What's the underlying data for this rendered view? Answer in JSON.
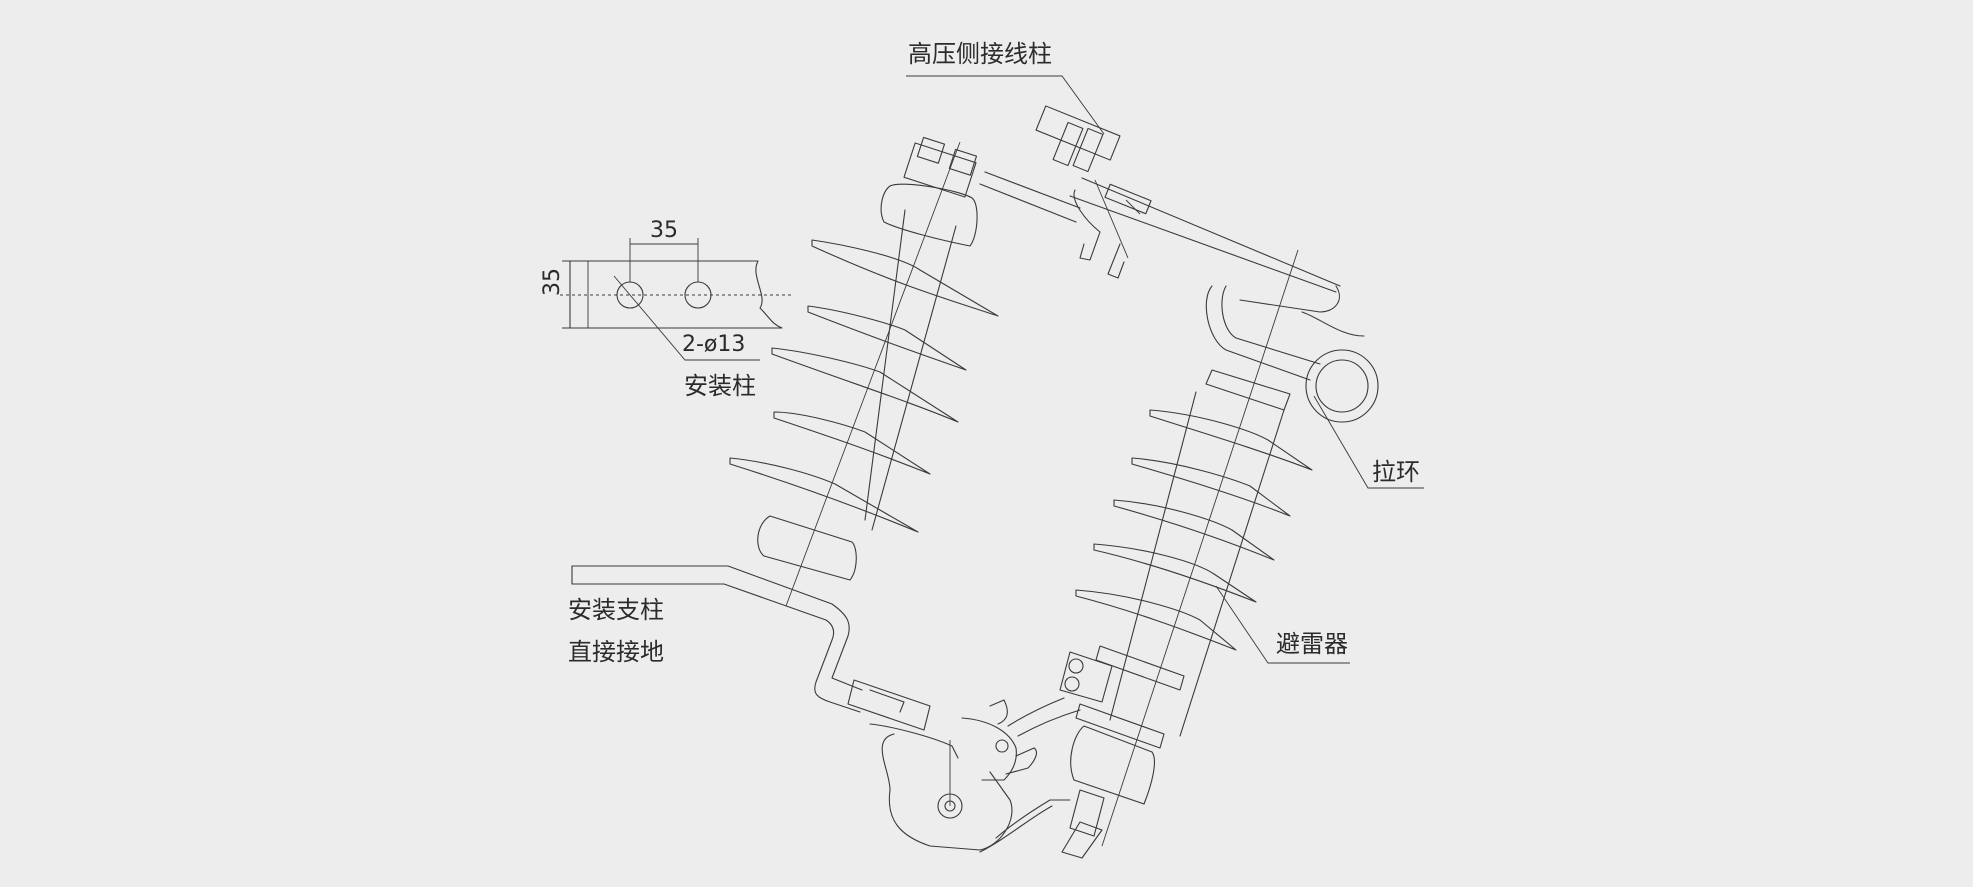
{
  "labels": {
    "hv_terminal": "高压侧接线柱",
    "pull_ring": "拉环",
    "arrester": "避雷器",
    "mount_post": "安装柱",
    "mount_support_line1": "安装支柱",
    "mount_support_line2": "直接接地",
    "hole_spec": "2-ø13",
    "dim_width": "35",
    "dim_height": "35"
  }
}
